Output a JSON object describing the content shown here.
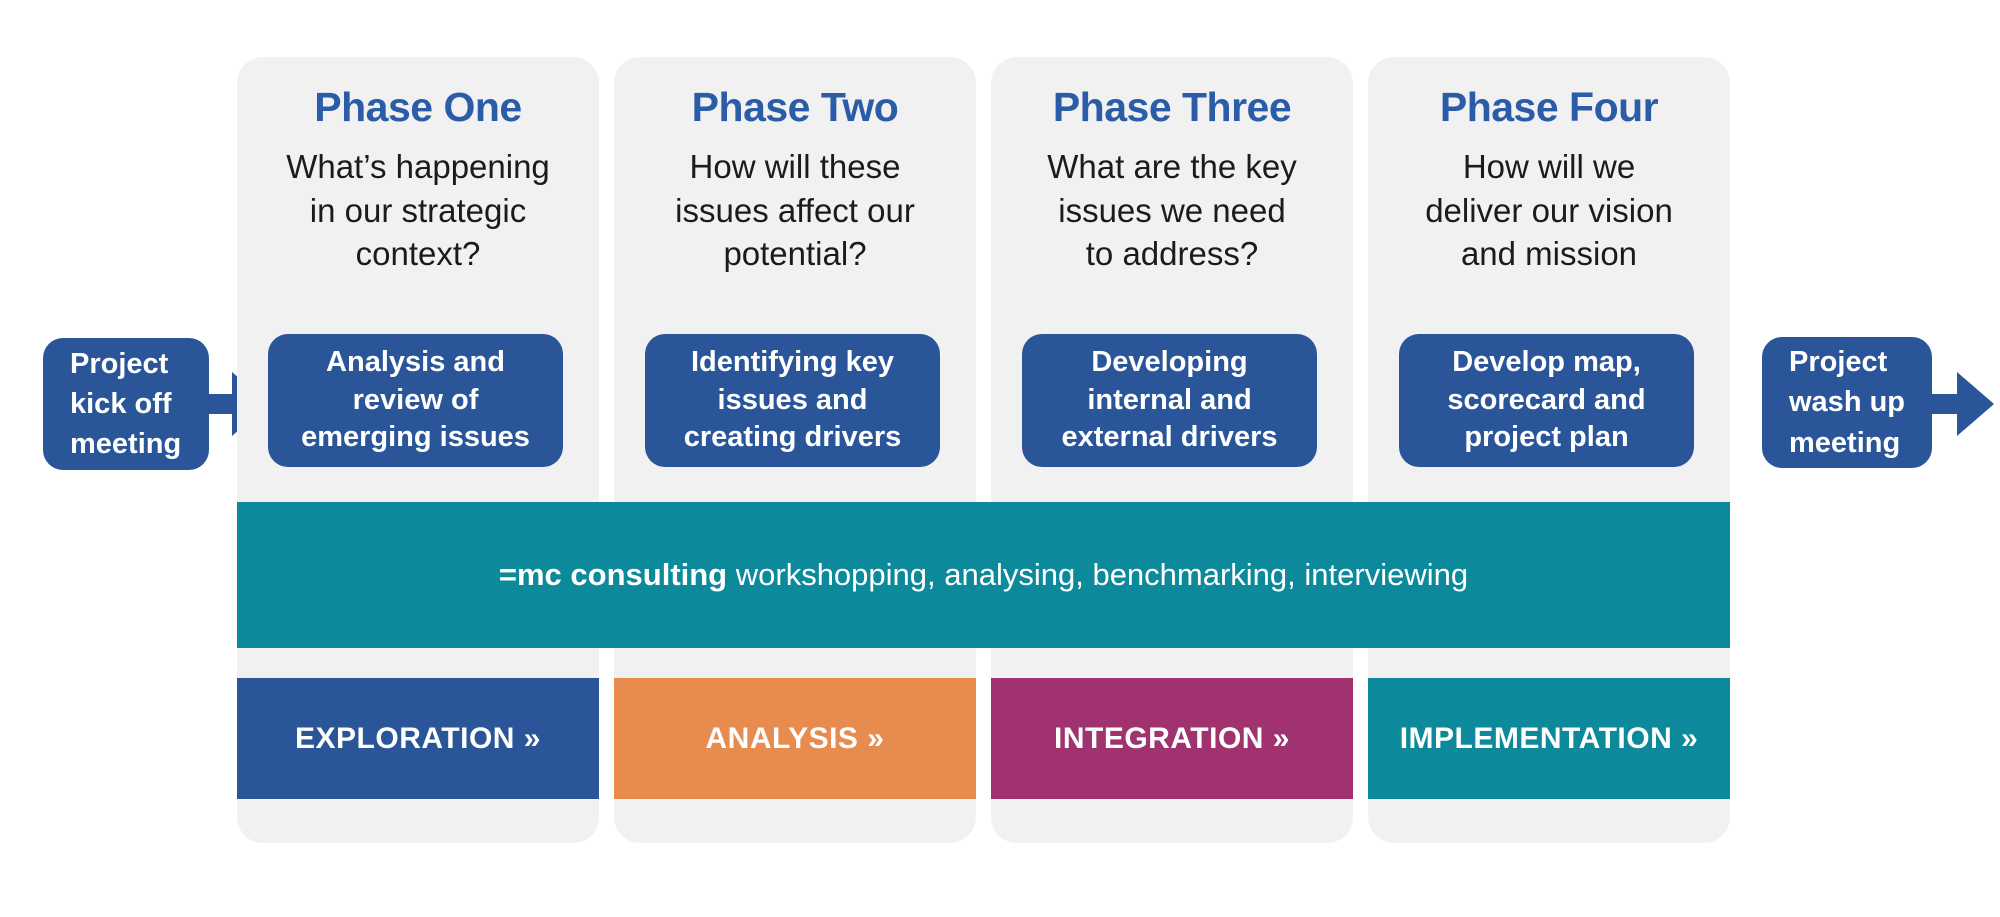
{
  "palette": {
    "blue": "#2A5699",
    "title_blue": "#2B5CA7",
    "teal": "#0C8A9C",
    "orange": "#E78C4E",
    "magenta": "#A0336F",
    "column_bg": "#F1F1F2",
    "ink": "#1B1B1B",
    "white": "#FFFFFF"
  },
  "flow": {
    "start": "Project\nkick off\nmeeting",
    "end": "Project\nwash up\nmeeting"
  },
  "phases": [
    {
      "title": "Phase One",
      "question": "What’s happening\nin our strategic\ncontext?",
      "activity": "Analysis and\nreview of\nemerging issues",
      "stage": "EXPLORATION »",
      "stage_color": "#2A5699"
    },
    {
      "title": "Phase Two",
      "question": "How will these\nissues affect our\npotential?",
      "activity": "Identifying key\nissues and\ncreating drivers",
      "stage": "ANALYSIS »",
      "stage_color": "#E78C4E"
    },
    {
      "title": "Phase Three",
      "question": "What are the key\nissues we need\nto address?",
      "activity": "Developing\ninternal and\nexternal drivers",
      "stage": "INTEGRATION »",
      "stage_color": "#A0336F"
    },
    {
      "title": "Phase Four",
      "question": "How will we\ndeliver our vision\nand mission",
      "activity": "Develop map,\nscorecard and\nproject plan",
      "stage": "IMPLEMENTATION »",
      "stage_color": "#0C8A9C"
    }
  ],
  "banner": {
    "brand": "=mc consulting",
    "rest": " workshopping, analysing, benchmarking, interviewing"
  }
}
